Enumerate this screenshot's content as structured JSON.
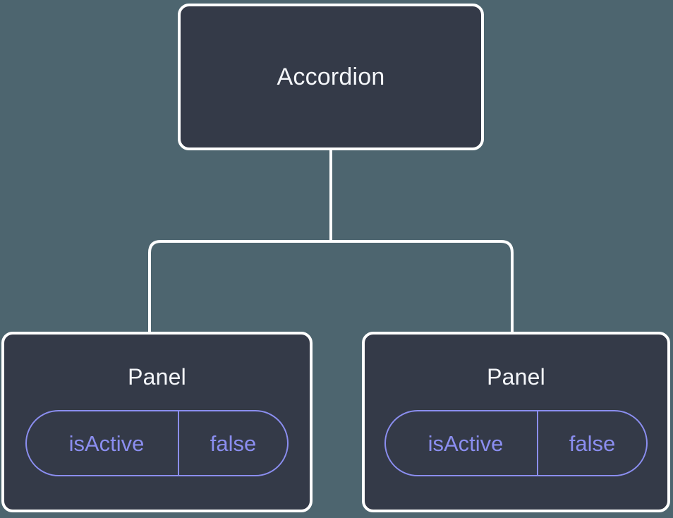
{
  "diagram": {
    "background_color": "#4d656f",
    "node_fill_color": "#343a48",
    "node_border_color": "#ffffff",
    "edge_color": "#ffffff",
    "accent_color": "#8b8ef0",
    "title_color": "#f4f6fa",
    "root": {
      "label": "Accordion"
    },
    "children": [
      {
        "label": "Panel",
        "state": {
          "key": "isActive",
          "value": "false"
        }
      },
      {
        "label": "Panel",
        "state": {
          "key": "isActive",
          "value": "false"
        }
      }
    ]
  }
}
